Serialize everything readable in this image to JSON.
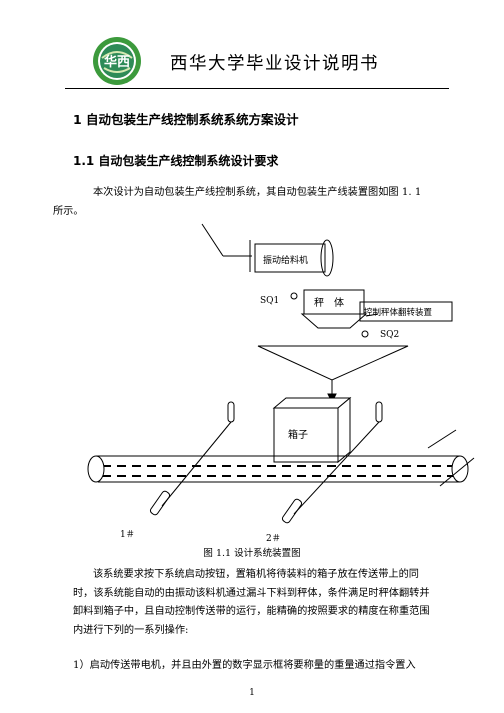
{
  "header": {
    "logo_text": "华西",
    "title": "西华大学毕业设计说明书"
  },
  "section": {
    "heading1": "1 自动包装生产线控制系统系统方案设计",
    "heading2": "1.1 自动包装生产线控制系统设计要求"
  },
  "body": {
    "para1_line1": "本次设计为自动包装生产线控制系统，其自动包装生产线装置图如图 1. 1",
    "para1_line2": "所示。",
    "para2_line1": "该系统要求按下系统启动按钮，置箱机将待装料的箱子放在传送带上的同",
    "para2_line2": "时，该系统能自动的由振动该料机通过漏斗下料到秤体，条件满足时秤体翻转并",
    "para2_line3": "卸料到箱子中，且自动控制传送带的运行，能精确的按照要求的精度在称重范围",
    "para2_line4": "内进行下列的一系列操作:",
    "para3": "1）启动传送带电机，并且由外置的数字显示框将要称量的重量通过指令置入"
  },
  "diagram": {
    "feeder_label": "振动给料机",
    "sq1": "SQ1",
    "scale_label": "秤　体",
    "control_label": "控制秤体翻转装置",
    "sq2": "SQ2",
    "box_label": "箱子",
    "sensor1": "1＃",
    "sensor2": "2＃"
  },
  "caption": "图 1.1  设计系统装置图",
  "page_number": "1"
}
